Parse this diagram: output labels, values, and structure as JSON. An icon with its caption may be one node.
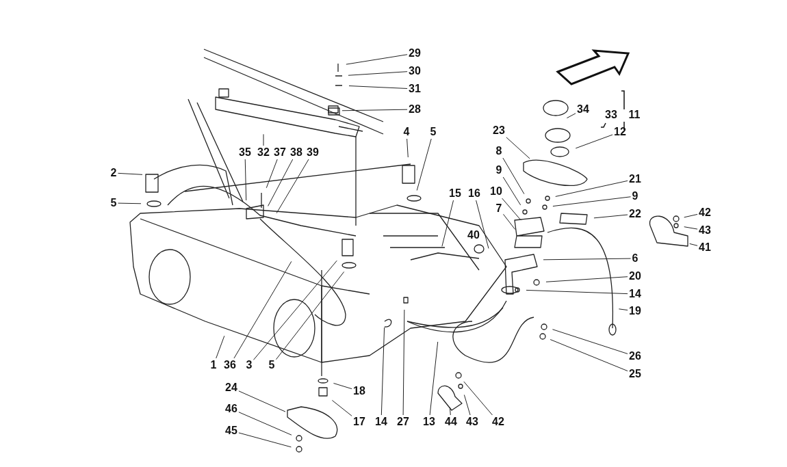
{
  "diagram": {
    "nodes": [
      {
        "text": [
          "29"
        ]
      },
      {
        "text": [
          "30"
        ]
      },
      {
        "text": [
          "31"
        ]
      },
      {
        "text": [
          "28"
        ]
      },
      {
        "text": [
          "2"
        ]
      },
      {
        "text": [
          "5"
        ]
      },
      {
        "text": [
          "35"
        ]
      },
      {
        "text": [
          "32"
        ]
      },
      {
        "text": [
          "37"
        ]
      },
      {
        "text": [
          "38"
        ]
      },
      {
        "text": [
          "39"
        ]
      },
      {
        "text": [
          "4"
        ]
      },
      {
        "text": [
          "5"
        ]
      },
      {
        "text": [
          "15"
        ]
      },
      {
        "text": [
          "16"
        ]
      },
      {
        "text": [
          "23"
        ]
      },
      {
        "text": [
          "8"
        ]
      },
      {
        "text": [
          "9"
        ]
      },
      {
        "text": [
          "10"
        ]
      },
      {
        "text": [
          "7"
        ]
      },
      {
        "text": [
          "34"
        ]
      },
      {
        "text": [
          "12"
        ]
      },
      {
        "text": [
          "21"
        ]
      },
      {
        "text": [
          "9"
        ]
      },
      {
        "text": [
          "22"
        ]
      },
      {
        "text": [
          "6"
        ]
      },
      {
        "text": [
          "20"
        ]
      },
      {
        "text": [
          "14"
        ]
      },
      {
        "text": [
          "19"
        ]
      },
      {
        "text": [
          "26"
        ]
      },
      {
        "text": [
          "25"
        ]
      },
      {
        "text": [
          "42"
        ]
      },
      {
        "text": [
          "43"
        ]
      },
      {
        "text": [
          "41"
        ]
      },
      {
        "text": [
          "1"
        ]
      },
      {
        "text": [
          "36"
        ]
      },
      {
        "text": [
          "3"
        ]
      },
      {
        "text": [
          "5"
        ]
      },
      {
        "text": [
          "18"
        ]
      },
      {
        "text": [
          "17"
        ]
      },
      {
        "text": [
          "24"
        ]
      },
      {
        "text": [
          "46"
        ]
      },
      {
        "text": [
          "45"
        ]
      },
      {
        "text": [
          "14"
        ]
      },
      {
        "text": [
          "27"
        ]
      },
      {
        "text": [
          "13"
        ]
      },
      {
        "text": [
          "44"
        ]
      },
      {
        "text": [
          "43"
        ]
      },
      {
        "text": [
          "42"
        ]
      }
    ],
    "edges": [
      {
        "from": 0,
        "to": null,
        "arrow": "none"
      },
      {
        "from": 1,
        "to": null,
        "arrow": "none"
      },
      {
        "from": 2,
        "to": null,
        "arrow": "none"
      },
      {
        "from": 3,
        "to": null,
        "arrow": "none"
      },
      {
        "from": 4,
        "to": null,
        "arrow": "none"
      },
      {
        "from": 5,
        "to": null,
        "arrow": "none"
      },
      {
        "from": 6,
        "to": null,
        "arrow": "none"
      },
      {
        "from": 7,
        "to": null,
        "arrow": "none"
      },
      {
        "from": 8,
        "to": null,
        "arrow": "none"
      },
      {
        "from": 9,
        "to": null,
        "arrow": "none"
      },
      {
        "from": 10,
        "to": null,
        "arrow": "none"
      },
      {
        "from": 11,
        "to": null,
        "arrow": "none"
      },
      {
        "from": 12,
        "to": null,
        "arrow": "none"
      },
      {
        "from": 13,
        "to": null,
        "arrow": "none"
      },
      {
        "from": 14,
        "to": null,
        "arrow": "none"
      },
      {
        "from": 15,
        "to": null,
        "arrow": "none"
      },
      {
        "from": 16,
        "to": null,
        "arrow": "none"
      },
      {
        "from": 17,
        "to": null,
        "arrow": "none"
      },
      {
        "from": 18,
        "to": null,
        "arrow": "none"
      },
      {
        "from": 19,
        "to": null,
        "arrow": "none"
      },
      {
        "from": 20,
        "to": null,
        "arrow": "none"
      },
      {
        "from": 21,
        "to": null,
        "arrow": "none"
      },
      {
        "from": 22,
        "to": null,
        "arrow": "none"
      },
      {
        "from": 23,
        "to": null,
        "arrow": "none"
      },
      {
        "from": 24,
        "to": null,
        "arrow": "none"
      },
      {
        "from": 25,
        "to": null,
        "arrow": "none"
      },
      {
        "from": 26,
        "to": null,
        "arrow": "none"
      },
      {
        "from": 27,
        "to": null,
        "arrow": "none"
      },
      {
        "from": 28,
        "to": null,
        "arrow": "none"
      },
      {
        "from": 29,
        "to": null,
        "arrow": "none"
      },
      {
        "from": 30,
        "to": null,
        "arrow": "none"
      },
      {
        "from": 31,
        "to": null,
        "arrow": "none"
      },
      {
        "from": 32,
        "to": null,
        "arrow": "none"
      },
      {
        "from": 33,
        "to": null,
        "arrow": "none"
      },
      {
        "from": 34,
        "to": null,
        "arrow": "none"
      },
      {
        "from": 35,
        "to": null,
        "arrow": "none"
      },
      {
        "from": 36,
        "to": null,
        "arrow": "none"
      },
      {
        "from": 37,
        "to": null,
        "arrow": "none"
      },
      {
        "from": 38,
        "to": null,
        "arrow": "none"
      },
      {
        "from": 39,
        "to": null,
        "arrow": "none"
      },
      {
        "from": 40,
        "to": null,
        "arrow": "none"
      },
      {
        "from": 41,
        "to": null,
        "arrow": "none"
      },
      {
        "from": 42,
        "to": null,
        "arrow": "none"
      },
      {
        "from": 43,
        "to": null,
        "arrow": "none"
      },
      {
        "from": 44,
        "to": null,
        "arrow": "none"
      },
      {
        "from": 45,
        "to": null,
        "arrow": "none"
      },
      {
        "from": 46,
        "to": null,
        "arrow": "none"
      },
      {
        "from": 47,
        "to": null,
        "arrow": "none"
      },
      {
        "from": 48,
        "to": null,
        "arrow": "none"
      }
    ],
    "labels": [
      "40",
      "33",
      "11"
    ]
  }
}
